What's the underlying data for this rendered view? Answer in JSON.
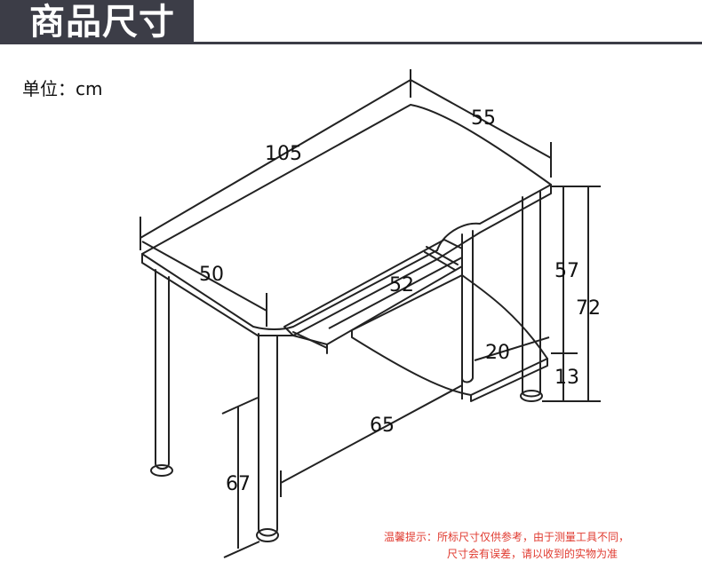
{
  "header": {
    "title": "商品尺寸",
    "bar_color": "#3c3d47"
  },
  "unit": {
    "label": "单位：cm"
  },
  "dimensions": {
    "width": "105",
    "depth_top": "55",
    "depth_side": "50",
    "keyboard_tray": "52",
    "leg_span": "65",
    "leg_height": "67",
    "upper_height": "57",
    "total_height": "72",
    "lower_shelf_height": "13",
    "shelf_depth": "20"
  },
  "note": {
    "line1": "温馨提示：所标尺寸仅供参考，由于测量工具不同，",
    "line2": "尺寸会有误差，请以收到的实物为准",
    "color": "#e03a2f"
  }
}
